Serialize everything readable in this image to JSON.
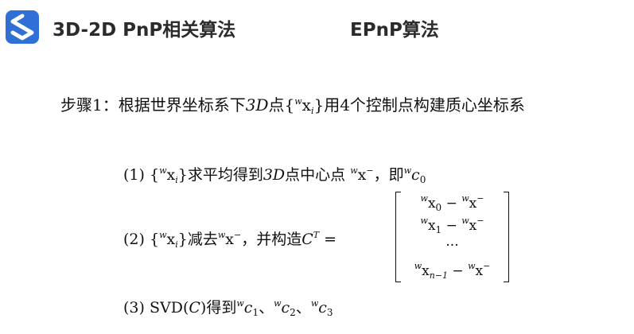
{
  "header": {
    "left_title": "3D-2D PnP相关算法",
    "right_title": "EPnP算法"
  },
  "step1": {
    "label": "步骤1：",
    "t1": "根据世界坐标系下",
    "t2": "点",
    "t3": "用4个控制点构建质心坐标系"
  },
  "math": {
    "w": "w",
    "x": "x",
    "i": "i",
    "three_d": "3D",
    "lbrace": "{",
    "rbrace": "}",
    "bar": "−",
    "minus": "−",
    "c": "c",
    "C": "C",
    "T": "T",
    "eq": "=",
    "n_minus_1": "n−1",
    "dots": "···",
    "zero": "0",
    "one": "1",
    "two": "2",
    "three": "3"
  },
  "l1": {
    "num": "(1)",
    "t1": "求平均得到",
    "t2": "点中心点",
    "t3": "，即"
  },
  "l2": {
    "num": "(2)",
    "t1": "减去",
    "t2": "，并构造"
  },
  "l3": {
    "num": "(3)",
    "svd": "SVD",
    "lp": "(",
    "rp": ")",
    "t1": "得到",
    "sep": "、"
  }
}
